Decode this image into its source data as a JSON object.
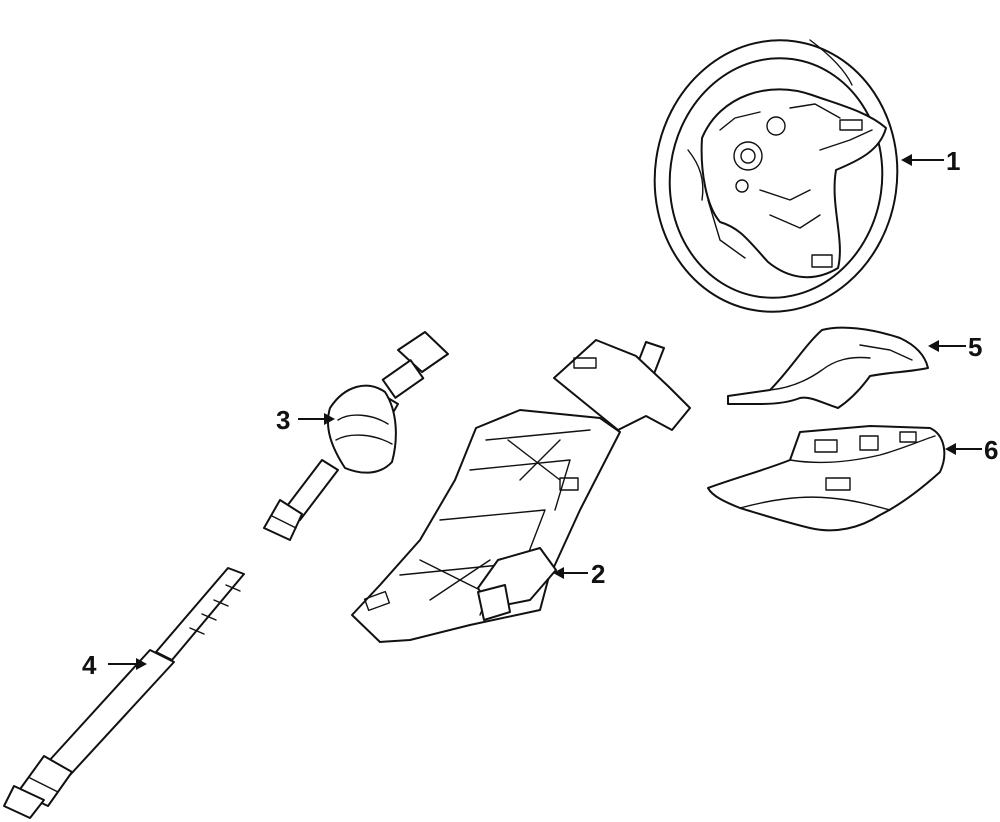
{
  "callouts": [
    {
      "id": "steering-wheel",
      "number": "1"
    },
    {
      "id": "steering-column",
      "number": "2"
    },
    {
      "id": "intermediate-shaft-upper",
      "number": "3"
    },
    {
      "id": "intermediate-shaft-lower",
      "number": "4"
    },
    {
      "id": "upper-column-cover",
      "number": "5"
    },
    {
      "id": "lower-column-cover",
      "number": "6"
    }
  ]
}
